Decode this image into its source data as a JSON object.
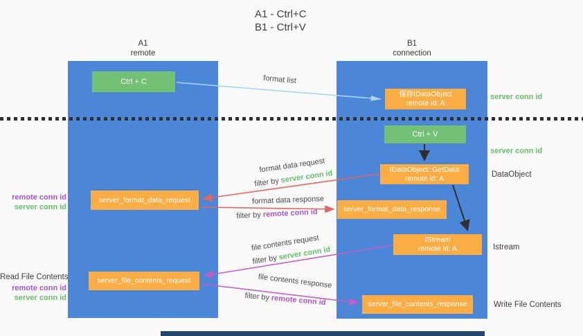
{
  "title": {
    "line1": "A1 - Ctrl+C",
    "line2": "B1 - Ctrl+V"
  },
  "columns": {
    "a": {
      "name": "A1",
      "role": "remote"
    },
    "b": {
      "name": "B1",
      "role": "connection"
    }
  },
  "nodes": {
    "ctrl_c": {
      "label": "Ctrl + C"
    },
    "save_idataobject": {
      "line1": "保存IDataObject",
      "line2": "remote id: A"
    },
    "ctrl_v": {
      "label": "Ctrl + V"
    },
    "getdata": {
      "line1": "IDataObject::GetData",
      "line2": "remote id: A"
    },
    "format_request": {
      "label": "server_format_data_request"
    },
    "format_response": {
      "label": "server_format_data_response"
    },
    "istream": {
      "line1": "IStream",
      "line2": "remote id: A"
    },
    "file_request": {
      "label": "server_file_contents_request"
    },
    "file_response": {
      "label": "server_file_contents_response"
    }
  },
  "arrow_labels": {
    "format_list": "format list",
    "format_data_request": "format data request",
    "format_data_response": "format data response",
    "file_contents_request": "file contents request",
    "file_contents_response": "file contents response",
    "filter_by": "filter by"
  },
  "conn_ids": {
    "server": "server conn id",
    "remote": "remote conn id"
  },
  "side_labels": {
    "dataobject": "DataObject",
    "istream": "Istream",
    "read_file_contents": "Read File Contents",
    "write_file_contents": "Write File Contents"
  },
  "colors": {
    "background": "#f9f9f9",
    "panel_blue": "#4b86d8",
    "box_green": "#73c175",
    "box_orange": "#f9ad44",
    "text_green": "#65bf6a",
    "text_purple": "#a855cc",
    "arrow_blue": "#a9d2ee",
    "arrow_red": "#e8645f",
    "arrow_magenta": "#c25fc7",
    "arrow_black": "#2f2f2f",
    "dotted_line": "#2f2f2f",
    "bottom_bar": "#24476f"
  }
}
